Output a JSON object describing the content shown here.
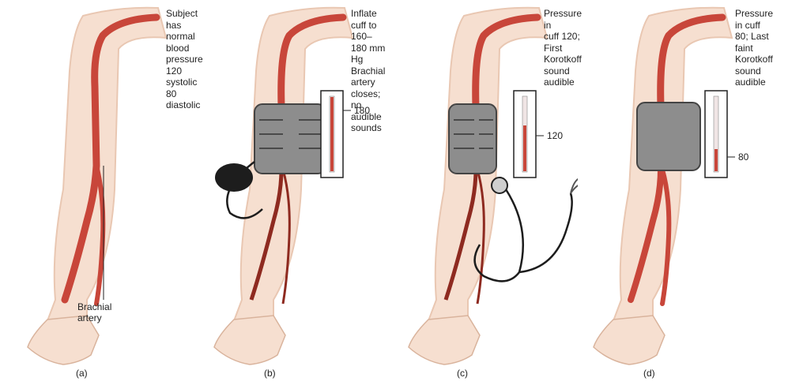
{
  "panels": [
    {
      "letter": "(a)",
      "caption": "Subject has\nnormal blood\npressure\n120 systolic\n80 diastolic",
      "gauge_reading": null,
      "artery_label": "Brachial\nartery"
    },
    {
      "letter": "(b)",
      "caption": "Inflate cuff to\n160–180 mm Hg\nBrachial artery\ncloses; no\naudible sounds",
      "gauge_reading": "180"
    },
    {
      "letter": "(c)",
      "caption": "Pressure in\ncuff 120; First\nKorotkoff\nsound audible",
      "gauge_reading": "120"
    },
    {
      "letter": "(d)",
      "caption": "Pressure\nin cuff\n80; Last\nfaint\nKorotkoff\nsound\naudible",
      "gauge_reading": "80"
    }
  ],
  "colors": {
    "skin": "#f6dfd0",
    "skin_edge": "#e9c7b2",
    "artery": "#c8463a",
    "artery_dark": "#8e2a20",
    "cuff": "#8d8d8d",
    "cuff_edge": "#444444",
    "bulb": "#1d1d1d"
  }
}
